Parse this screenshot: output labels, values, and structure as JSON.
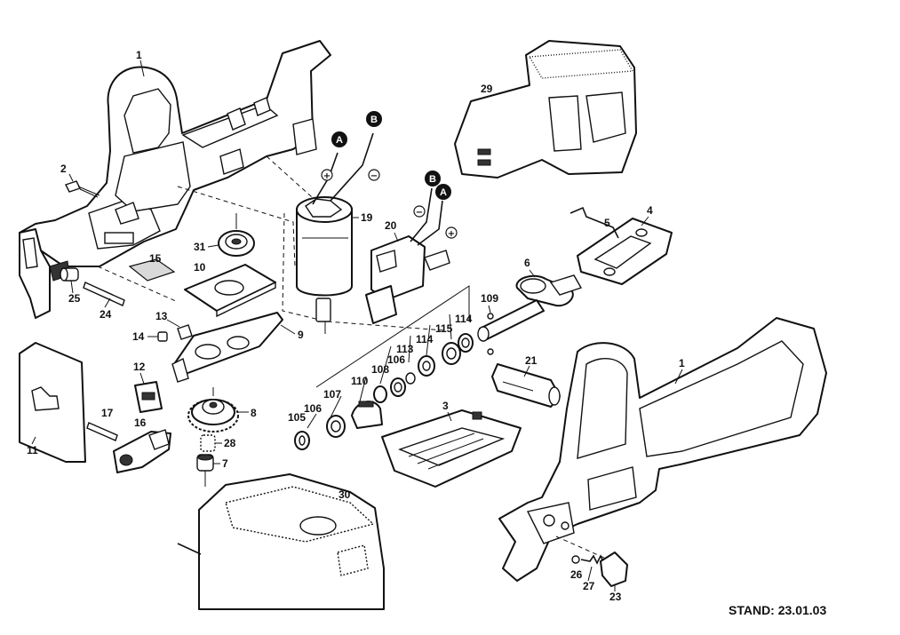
{
  "part_labels": {
    "p1a": "1",
    "p1b": "1",
    "p2": "2",
    "p3": "3",
    "p4": "4",
    "p5": "5",
    "p6": "6",
    "p7": "7",
    "p8": "8",
    "p9": "9",
    "p10": "10",
    "p11": "11",
    "p12": "12",
    "p13": "13",
    "p14": "14",
    "p15": "15",
    "p16": "16",
    "p17": "17",
    "p19": "19",
    "p20": "20",
    "p21": "21",
    "p23": "23",
    "p24": "24",
    "p25": "25",
    "p26": "26",
    "p27": "27",
    "p28": "28",
    "p29": "29",
    "p30": "30",
    "p31": "31",
    "p105": "105",
    "p106a": "106",
    "p106b": "106",
    "p107": "107",
    "p108": "108",
    "p109": "109",
    "p110": "110",
    "p113": "113",
    "p114a": "114",
    "p114b": "114",
    "p115": "115"
  },
  "wire_markers": {
    "a1": "A",
    "b1": "B",
    "a2": "A",
    "b2": "B",
    "plus1": "+",
    "minus1": "−",
    "plus2": "+",
    "minus2": "−"
  },
  "footer": {
    "stand": "STAND: 23.01.03"
  }
}
